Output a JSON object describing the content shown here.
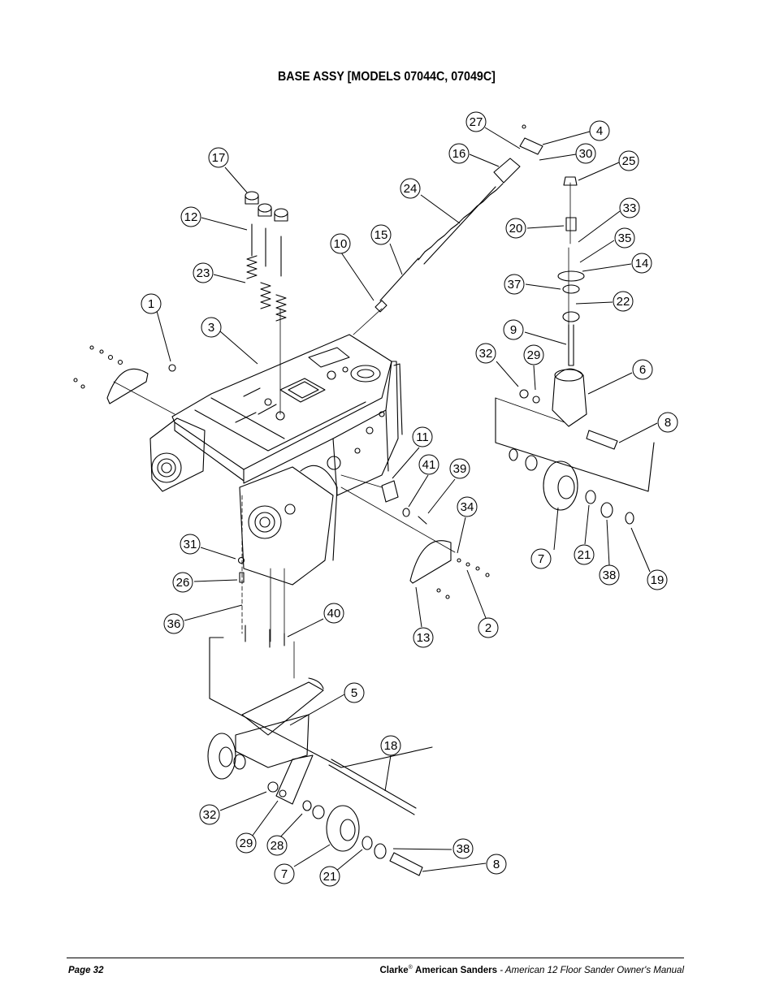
{
  "page": {
    "title": "BASE ASSY [MODELS 07044C, 07049C]"
  },
  "diagram": {
    "callouts": [
      {
        "n": "27"
      },
      {
        "n": "4"
      },
      {
        "n": "16"
      },
      {
        "n": "30"
      },
      {
        "n": "25"
      },
      {
        "n": "17"
      },
      {
        "n": "24"
      },
      {
        "n": "12"
      },
      {
        "n": "33"
      },
      {
        "n": "20"
      },
      {
        "n": "15"
      },
      {
        "n": "10"
      },
      {
        "n": "35"
      },
      {
        "n": "14"
      },
      {
        "n": "23"
      },
      {
        "n": "37"
      },
      {
        "n": "22"
      },
      {
        "n": "1"
      },
      {
        "n": "3"
      },
      {
        "n": "9"
      },
      {
        "n": "32"
      },
      {
        "n": "29"
      },
      {
        "n": "6"
      },
      {
        "n": "8"
      },
      {
        "n": "11"
      },
      {
        "n": "41"
      },
      {
        "n": "39"
      },
      {
        "n": "34"
      },
      {
        "n": "31"
      },
      {
        "n": "7"
      },
      {
        "n": "21"
      },
      {
        "n": "38"
      },
      {
        "n": "19"
      },
      {
        "n": "26"
      },
      {
        "n": "2"
      },
      {
        "n": "13"
      },
      {
        "n": "36"
      },
      {
        "n": "40"
      },
      {
        "n": "5"
      },
      {
        "n": "18"
      },
      {
        "n": "32"
      },
      {
        "n": "29"
      },
      {
        "n": "28"
      },
      {
        "n": "38"
      },
      {
        "n": "8"
      },
      {
        "n": "7"
      },
      {
        "n": "21"
      }
    ]
  },
  "footer": {
    "page_label": "Page  32",
    "brand": "Clarke",
    "brand_mark": "®",
    "product": "American Sanders",
    "manual": " - American  12  Floor Sander  Owner's  Manual"
  }
}
